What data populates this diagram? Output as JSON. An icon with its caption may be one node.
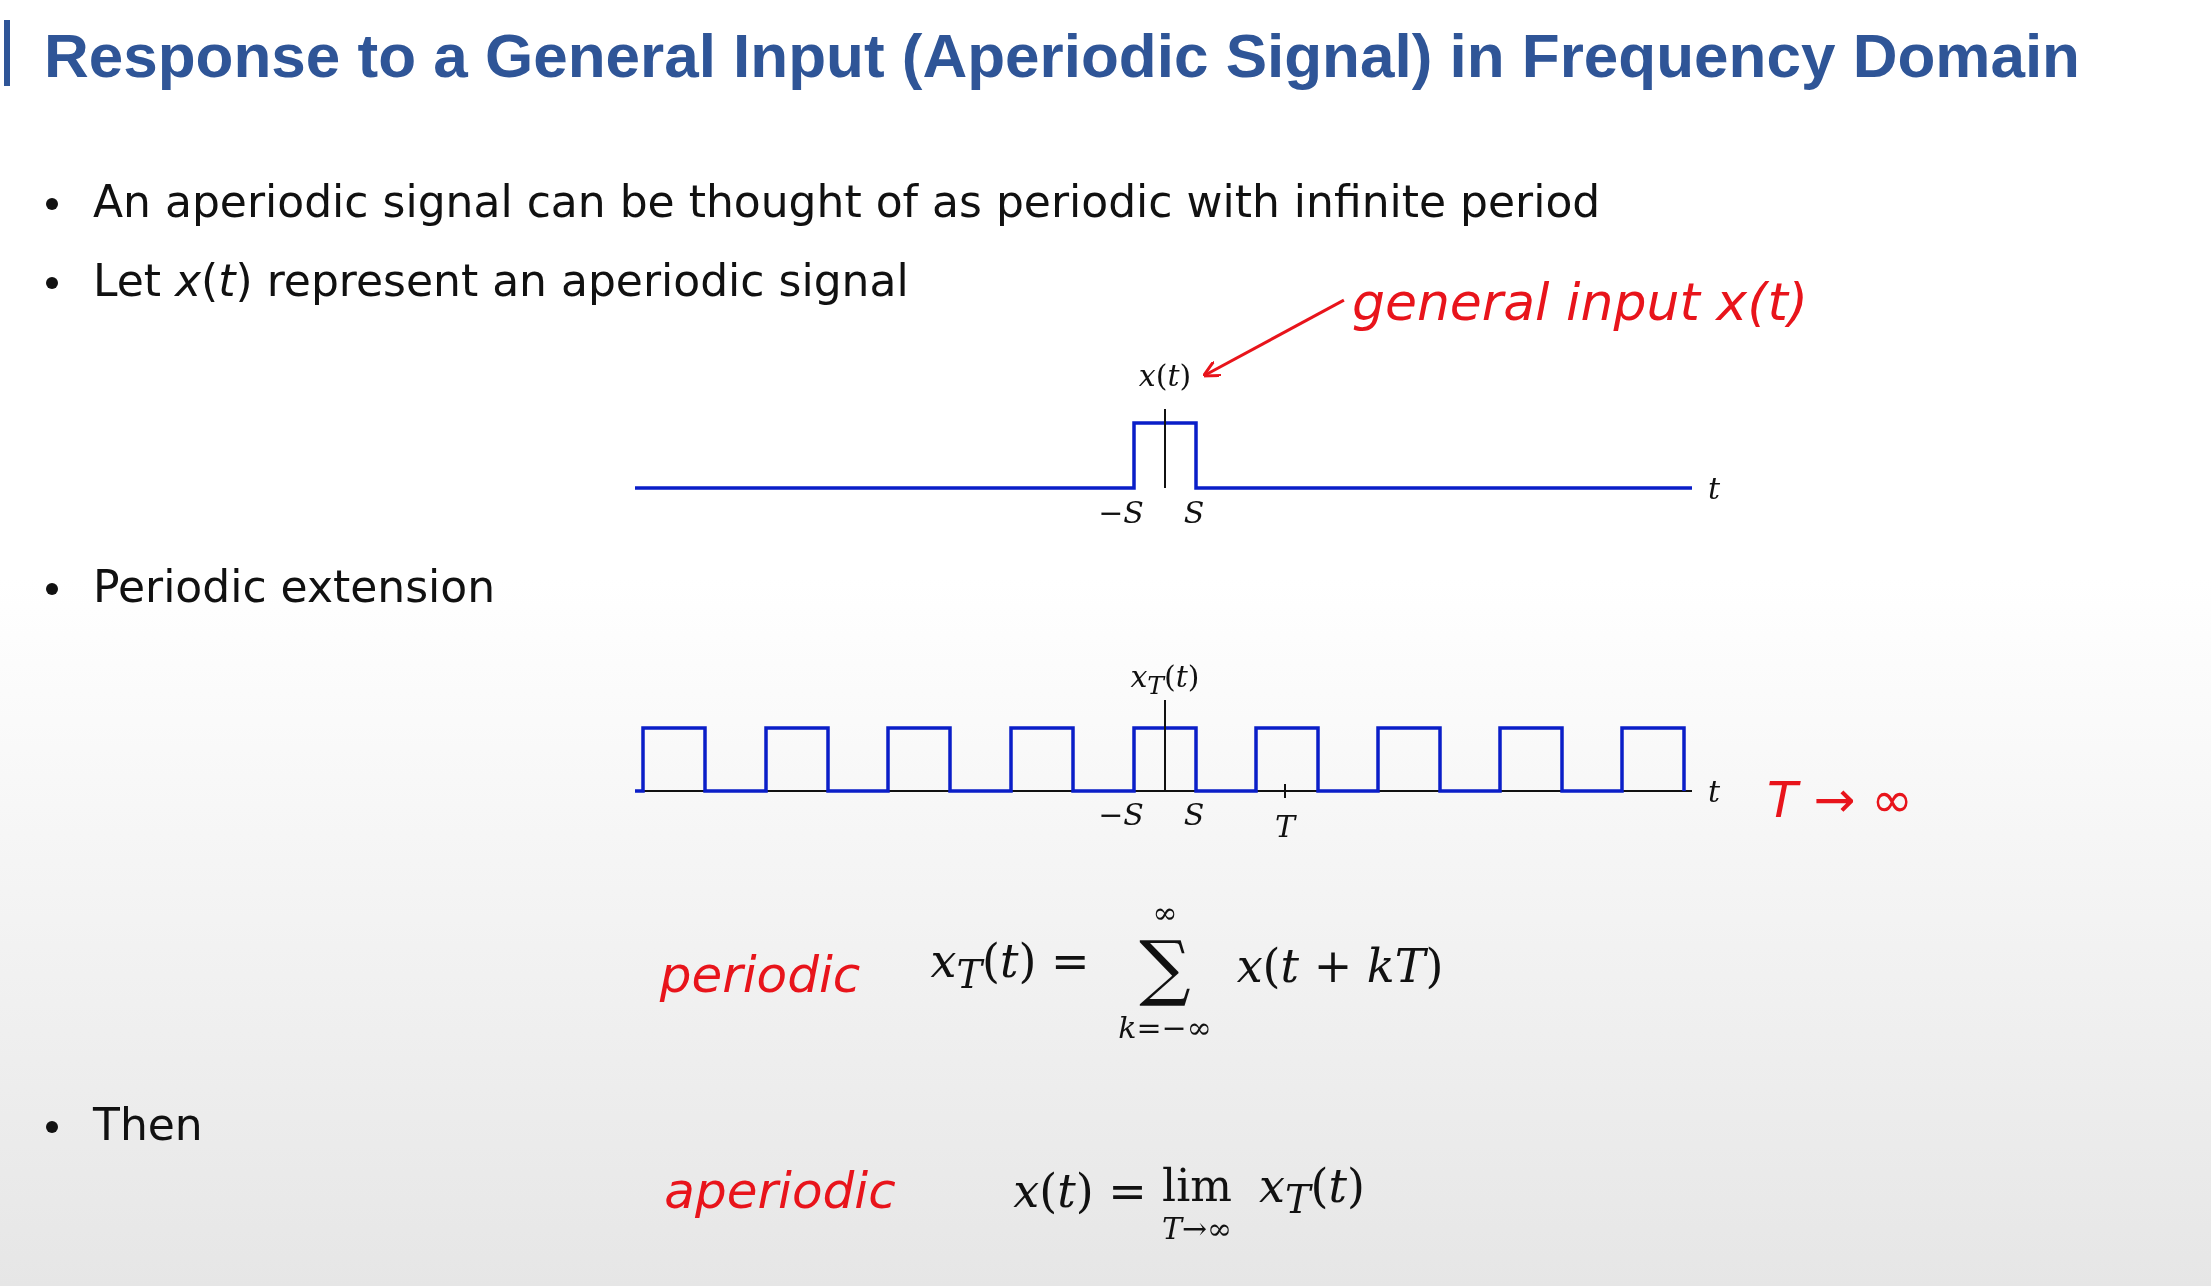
{
  "diagram": {
    "title": "Response to a General Input (Aperiodic Signal) in Frequency Domain",
    "nodes": [
      {
        "text": [
          "general input x(t)"
        ]
      },
      {
        "text": [
          "*x*(*t*)"
        ]
      }
    ],
    "edges": [
      {
        "from": 0,
        "to": 1,
        "arrow": "to",
        "color": "#e8141b"
      }
    ],
    "labels": [
      "An aperiodic signal can be thought of as periodic with infinite period",
      "Let *x*(*t*) represent an aperiodic signal",
      "t",
      "−S",
      "S",
      "Periodic extension",
      "*x*$_{T}$(*t*)",
      "t",
      "T → ∞",
      "−S",
      "S",
      "T",
      "periodic",
      "*x*$_{T}$(*t*) =",
      "∞",
      "∑",
      "*x*(*t* + *kT*)",
      "*k*=−∞",
      "Then",
      "aperiodic",
      "*x*(*t*) =",
      "lim",
      "*x*$_{T}$(*t*)",
      "*T*→∞"
    ]
  }
}
